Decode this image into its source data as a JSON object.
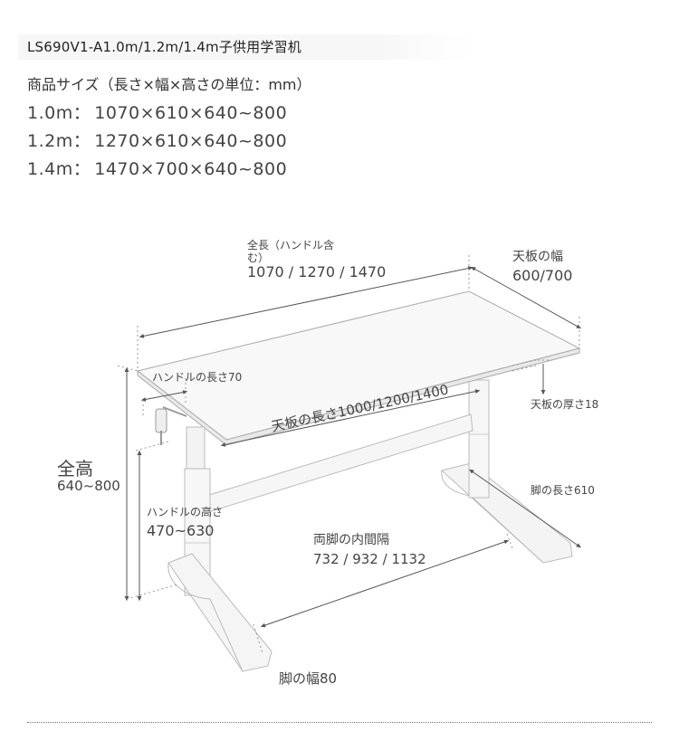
{
  "header": {
    "title": "LS690V1-A1.0m/1.2m/1.4m子供用学習机"
  },
  "specs": {
    "heading": "商品サイズ（長さ×幅×高さの単位：mm）",
    "rows": [
      {
        "size": "1.0m",
        "colon": "：",
        "dims": "1070×610×640~800"
      },
      {
        "size": "1.2m",
        "colon": "：",
        "dims": "1270×610×640~800"
      },
      {
        "size": "1.4m",
        "colon": "：",
        "dims": "1470×700×640~800"
      }
    ]
  },
  "diagram": {
    "overall_length_label": "全長（ハンドル含む）",
    "overall_length_label_line1": "全長（ハンドル含",
    "overall_length_label_line2": "む）",
    "overall_length_value": "1070 / 1270 / 1470",
    "top_width_label": "天板の幅",
    "top_width_value": "600/700",
    "top_thickness_label": "天板の厚さ18",
    "handle_length_label": "ハンドルの長さ70",
    "top_length_label": "天板の長さ1000/1200/1400",
    "total_height_label": "全高",
    "total_height_value": "640~800",
    "handle_height_label": "ハンドルの高さ",
    "handle_height_value": "470~630",
    "leg_length_label": "脚の長さ610",
    "leg_spacing_label": "両脚の内間隔",
    "leg_spacing_value": "732 / 932 / 1132",
    "foot_width_label": "脚の幅80"
  }
}
